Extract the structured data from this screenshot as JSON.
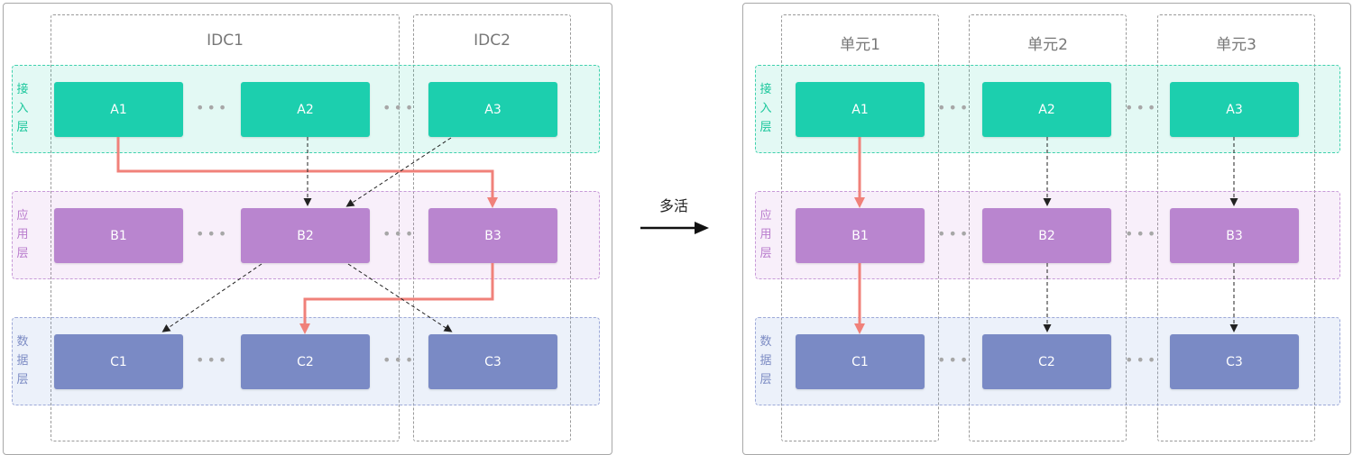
{
  "colors": {
    "access": "#1ccfae",
    "app": "#b985cf",
    "data": "#7a8ac5",
    "primary_path": "#f0817a",
    "secondary_path": "#333333"
  },
  "left": {
    "columns": [
      {
        "title": "IDC1"
      },
      {
        "title": "IDC2"
      }
    ],
    "layers": [
      {
        "label": "接入层",
        "nodes": [
          "A1",
          "A2",
          "A3"
        ]
      },
      {
        "label": "应用层",
        "nodes": [
          "B1",
          "B2",
          "B3"
        ]
      },
      {
        "label": "数据层",
        "nodes": [
          "C1",
          "C2",
          "C3"
        ]
      }
    ],
    "edges_primary": [
      [
        "A1",
        "B3"
      ],
      [
        "B3",
        "C2"
      ]
    ],
    "edges_dashed": [
      [
        "A2",
        "B2"
      ],
      [
        "A3",
        "B2"
      ],
      [
        "B2",
        "C1"
      ],
      [
        "B2",
        "C3"
      ]
    ]
  },
  "transition": {
    "label": "多活"
  },
  "right": {
    "columns": [
      {
        "title": "单元1"
      },
      {
        "title": "单元2"
      },
      {
        "title": "单元3"
      }
    ],
    "layers": [
      {
        "label": "接入层",
        "nodes": [
          "A1",
          "A2",
          "A3"
        ]
      },
      {
        "label": "应用层",
        "nodes": [
          "B1",
          "B2",
          "B3"
        ]
      },
      {
        "label": "数据层",
        "nodes": [
          "C1",
          "C2",
          "C3"
        ]
      }
    ],
    "edges_primary": [
      [
        "A1",
        "B1"
      ],
      [
        "B1",
        "C1"
      ]
    ],
    "edges_dashed": [
      [
        "A2",
        "B2"
      ],
      [
        "B2",
        "C2"
      ],
      [
        "A3",
        "B3"
      ],
      [
        "B3",
        "C3"
      ]
    ]
  }
}
